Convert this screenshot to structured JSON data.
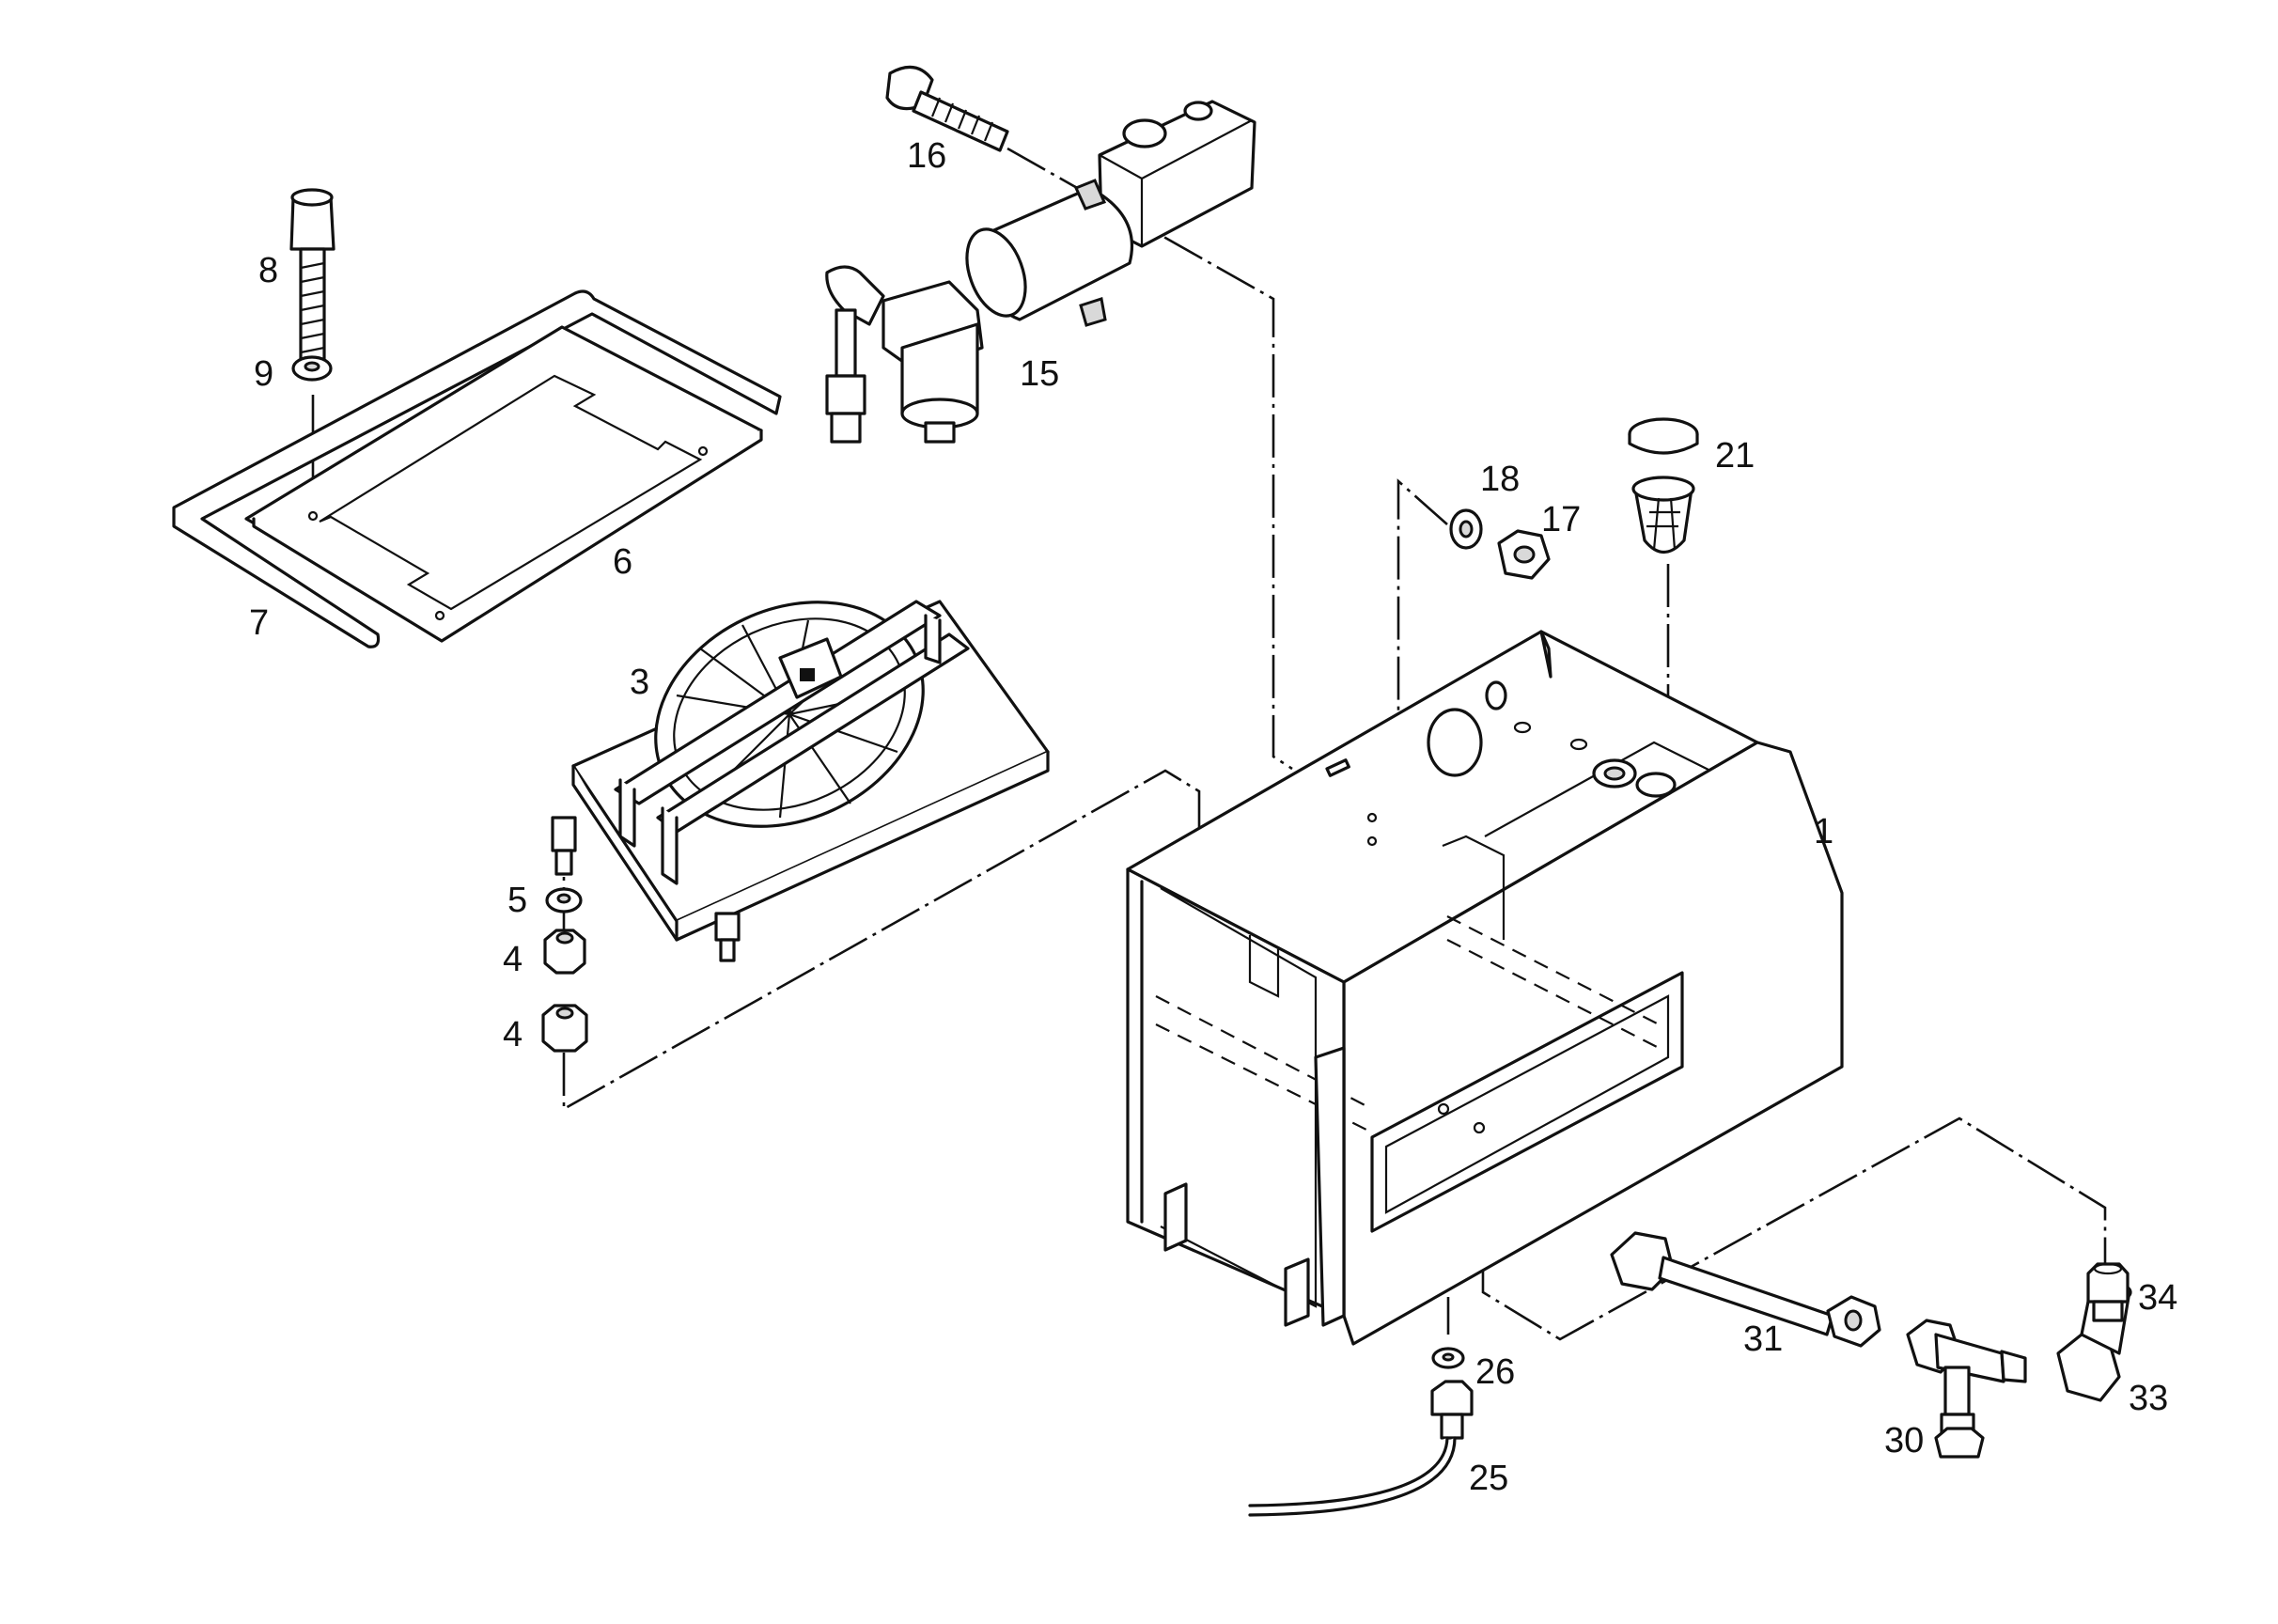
{
  "callouts": {
    "c1": "1",
    "c3": "3",
    "c4a": "4",
    "c4b": "4",
    "c5": "5",
    "c6": "6",
    "c7": "7",
    "c8": "8",
    "c9": "9",
    "c15": "15",
    "c16": "16",
    "c17": "17",
    "c18": "18",
    "c21": "21",
    "c25": "25",
    "c26": "26",
    "c30": "30",
    "c31": "31",
    "c33": "33",
    "c34": "34"
  }
}
